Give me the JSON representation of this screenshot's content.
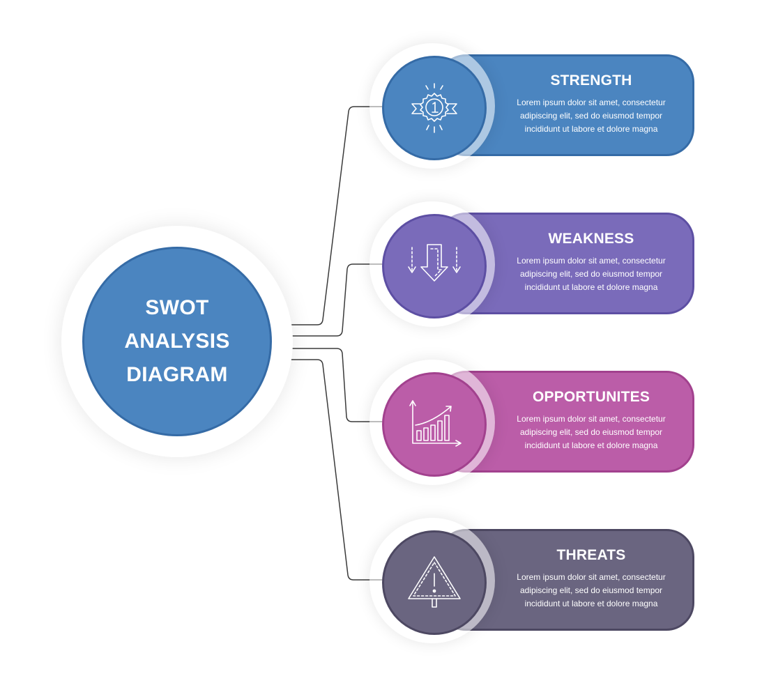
{
  "hub": {
    "lines": [
      "SWOT",
      "ANALYSIS",
      "DIAGRAM"
    ],
    "color": "#4b85c0"
  },
  "items": [
    {
      "title": "STRENGTH",
      "text": "Lorem ipsum dolor sit amet, consectetur adipiscing elit, sed do eiusmod tempor incididunt ut labore et dolore magna",
      "icon": "award-medal-icon",
      "color": "#4b85c0",
      "border": "#356ba6"
    },
    {
      "title": "WEAKNESS",
      "text": "Lorem ipsum dolor sit amet, consectetur adipiscing elit, sed do eiusmod tempor incididunt ut labore et dolore magna",
      "icon": "down-arrows-icon",
      "color": "#7a6bba",
      "border": "#5d4fa3"
    },
    {
      "title": "OPPORTUNITES",
      "text": "Lorem ipsum dolor sit amet, consectetur adipiscing elit, sed do eiusmod tempor incididunt ut labore et dolore magna",
      "icon": "growth-chart-icon",
      "color": "#bb5da8",
      "border": "#a2418e"
    },
    {
      "title": "THREATS",
      "text": "Lorem ipsum dolor sit amet, consectetur adipiscing elit, sed do eiusmod tempor incididunt ut labore et dolore magna",
      "icon": "warning-sign-icon",
      "color": "#6a6580",
      "border": "#4d4862"
    }
  ]
}
